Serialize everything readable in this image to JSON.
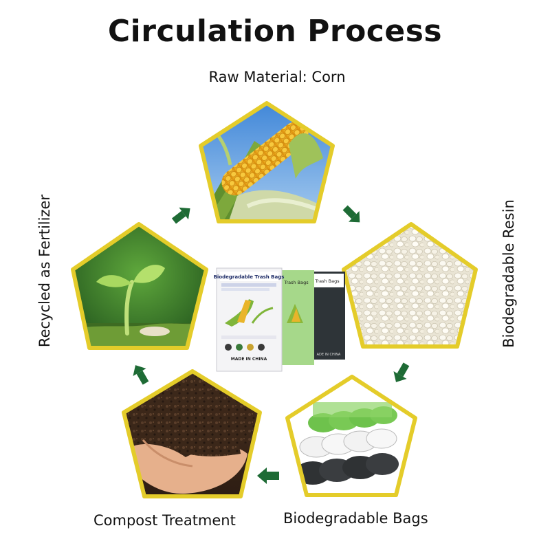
{
  "title": "Circulation Process",
  "stages": {
    "raw_material": "Raw Material: Corn",
    "resin": "Biodegradable Resin",
    "bags": "Biodegradable Bags",
    "compost": "Compost Treatment",
    "fertilizer": "Recycled as Fertilizer"
  },
  "center_package": {
    "front_title": "Biodegradable Trash Bags",
    "side_title_green": "Trash Bags",
    "side_title_dark": "Trash Bags",
    "made_in": "MADE IN CHINA",
    "made_in_dark": "ADE IN CHINA"
  },
  "colors": {
    "frame": "#e4cc2a",
    "arrow": "#1e6b35"
  }
}
